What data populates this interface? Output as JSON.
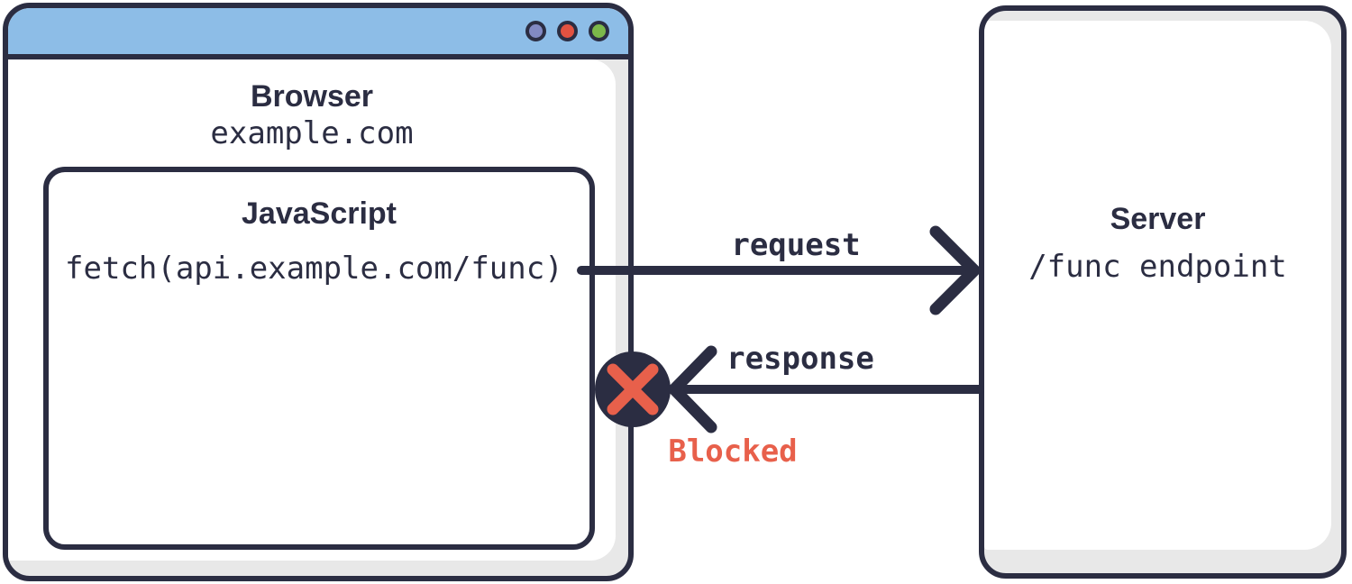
{
  "diagram": {
    "browser": {
      "title": "Browser",
      "subtitle": "example.com",
      "traffic_lights": [
        "purple",
        "red",
        "green"
      ],
      "js_box": {
        "title": "JavaScript",
        "code": "fetch(api.example.com/func)"
      }
    },
    "server": {
      "title": "Server",
      "subtitle": "/func endpoint"
    },
    "flow": {
      "request_label": "request",
      "response_label": "response",
      "blocked_label": "Blocked"
    },
    "colors": {
      "navy": "#2b2d42",
      "titlebar_blue": "#8dbde7",
      "inset_gray": "#e8e8e8",
      "coral": "#e8604b",
      "dot_purple": "#8289c2",
      "dot_red": "#e25241",
      "dot_green": "#7cb84a",
      "text_dark": "#2b2d42",
      "background": "#ffffff"
    }
  }
}
